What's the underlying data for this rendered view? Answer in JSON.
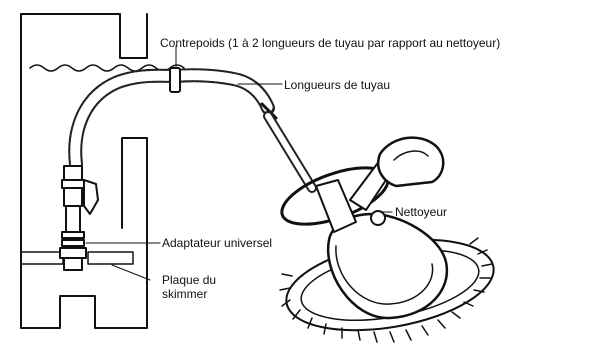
{
  "labels": {
    "counterweight": "Contrepoids (1 à 2 longueurs de tuyau par rapport au nettoyeur)",
    "hose_lengths": "Longueurs de tuyau",
    "cleaner": "Nettoyeur",
    "universal_adapter": "Adaptateur universel",
    "skimmer_plate": "Plaque du skimmer"
  },
  "colors": {
    "ink": "#111111",
    "background": "#ffffff"
  }
}
